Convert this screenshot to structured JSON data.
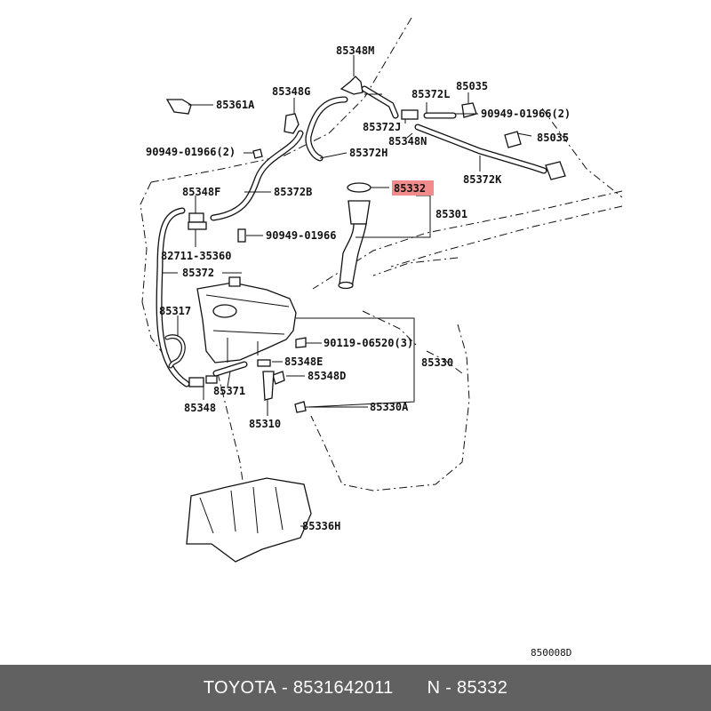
{
  "diagram": {
    "code": "850008D",
    "labels": {
      "l85348M": "85348M",
      "l85035a": "85035",
      "l85348G": "85348G",
      "l85372L": "85372L",
      "l85361A": "85361A",
      "l90949_01966_2a": "90949-01966(2)",
      "l85372J": "85372J",
      "l85035b": "85035",
      "l85348N": "85348N",
      "l90949_01966_2b": "90949-01966(2)",
      "l85372H": "85372H",
      "l85372K": "85372K",
      "l85332": "85332",
      "l85348F": "85348F",
      "l85372B": "85372B",
      "l85301": "85301",
      "l90949_01966": "90949-01966",
      "l82711_35360": "82711-35360",
      "l85372": "85372",
      "l85317": "85317",
      "l90119_06520": "90119-06520(3)",
      "l85348E": "85348E",
      "l85330": "85330",
      "l85348D": "85348D",
      "l85371": "85371",
      "l85348": "85348",
      "l85330A": "85330A",
      "l85310": "85310",
      "l85336H": "85336H"
    },
    "highlight_color": "#f28b8b"
  },
  "footer": {
    "brand": "TOYOTA",
    "part_number": "- 8531642011",
    "ref": "N - 85332",
    "background": "#616161"
  }
}
